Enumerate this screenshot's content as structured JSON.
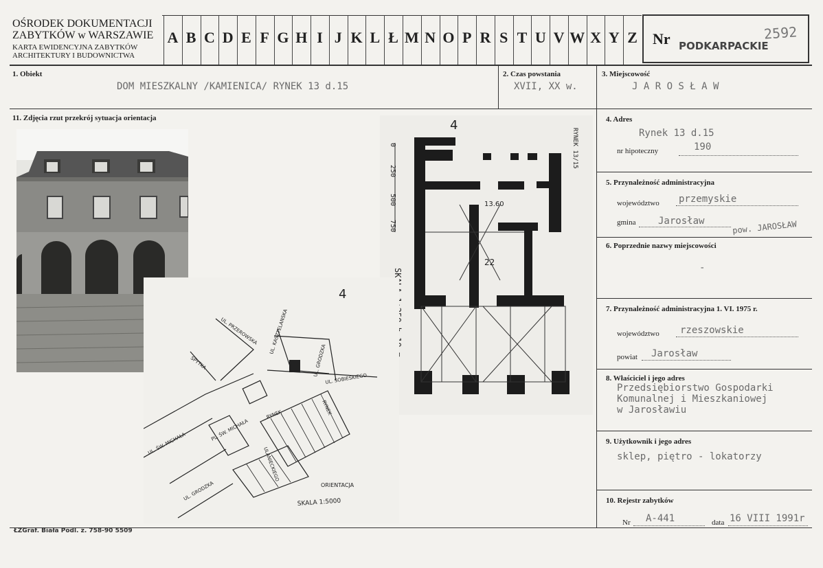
{
  "header": {
    "institution_line1": "OŚRODEK DOKUMENTACJI",
    "institution_line2": "ZABYTKÓW w WARSZAWIE",
    "card_type_line1": "KARTA EWIDENCYJNA ZABYTKÓW",
    "card_type_line2": "ARCHITEKTURY I BUDOWNICTWA",
    "letters": [
      "A",
      "B",
      "C",
      "D",
      "E",
      "F",
      "G",
      "H",
      "I",
      "J",
      "K",
      "L",
      "Ł",
      "M",
      "N",
      "O",
      "P",
      "R",
      "S",
      "T",
      "U",
      "V",
      "W",
      "X",
      "Y",
      "Z"
    ],
    "nr_label": "Nr",
    "nr_value": "PODKARPACKIE",
    "handwritten_number": "2592"
  },
  "fields": {
    "obiekt": {
      "label": "1. Obiekt",
      "value": "DOM MIESZKALNY /KAMIENICA/ RYNEK 13 d.15"
    },
    "czas": {
      "label": "2. Czas powstania",
      "value": "XVII, XX w."
    },
    "miejscowosc": {
      "label": "3. Miejscowość",
      "value": "J A R O S Ł A W"
    },
    "zdjecia": {
      "label": "11. Zdjęcia rzut przekrój sytuacja orientacja"
    },
    "adres": {
      "label": "4. Adres",
      "value": "Rynek 13 d.15",
      "hipoteka_label": "nr hipoteczny",
      "hipoteka_value": "190"
    },
    "przynaleznosc": {
      "label": "5. Przynależność administracyjna",
      "woj_label": "województwo",
      "woj_value": "przemyskie",
      "gmina_label": "gmina",
      "gmina_value": "Jarosław",
      "gmina_note": "pow. JAROSŁAW"
    },
    "poprzednie": {
      "label": "6. Poprzednie nazwy miejscowości",
      "value": "-"
    },
    "przynaleznosc1975": {
      "label": "7. Przynależność administracyjna 1. VI. 1975 r.",
      "woj_label": "województwo",
      "woj_value": "rzeszowskie",
      "powiat_label": "powiat",
      "powiat_value": "Jarosław"
    },
    "wlasciciel": {
      "label": "8. Właściciel i jego adres",
      "line1": "Przedsiębiorstwo Gospodarki",
      "line2": "Komunalnej i Mieszkaniowej",
      "line3": "w Jarosławiu"
    },
    "uzytkownik": {
      "label": "9. Użytkownik i jego adres",
      "value": "sklep, piętro - lokatorzy"
    },
    "rejestr": {
      "label": "10. Rejestr zabytków",
      "nr_label": "Nr",
      "nr_value": "A-441",
      "data_label": "data",
      "data_value": "16 VIII 1991r"
    }
  },
  "plan": {
    "north": "4",
    "street": "RYNEK 13/15",
    "scale_ticks": [
      "0",
      "250",
      "500",
      "750"
    ],
    "scale_label": "SKALA 1:250   h=10 m",
    "dim1": "13.60",
    "dim2": "22"
  },
  "map": {
    "north": "4",
    "streets": [
      "UL. PRZEROWSKA",
      "UL. KASZTELANSKA",
      "UL. GRODZKA",
      "UL. SOBIESKIEGO",
      "SPYTKA",
      "RYNEK",
      "UL. ŚW. MICHAŁA",
      "PL. ŚW. MICHAŁA",
      "UL. GRODZKA",
      "ULANIECKIEGO",
      "RYNEK"
    ],
    "orientation_label": "ORIENTACJA",
    "scale_label": "SKALA 1:5000"
  },
  "footer": {
    "printer": "ŁZGraf. Biała Podl. z. 758-90 5509"
  }
}
